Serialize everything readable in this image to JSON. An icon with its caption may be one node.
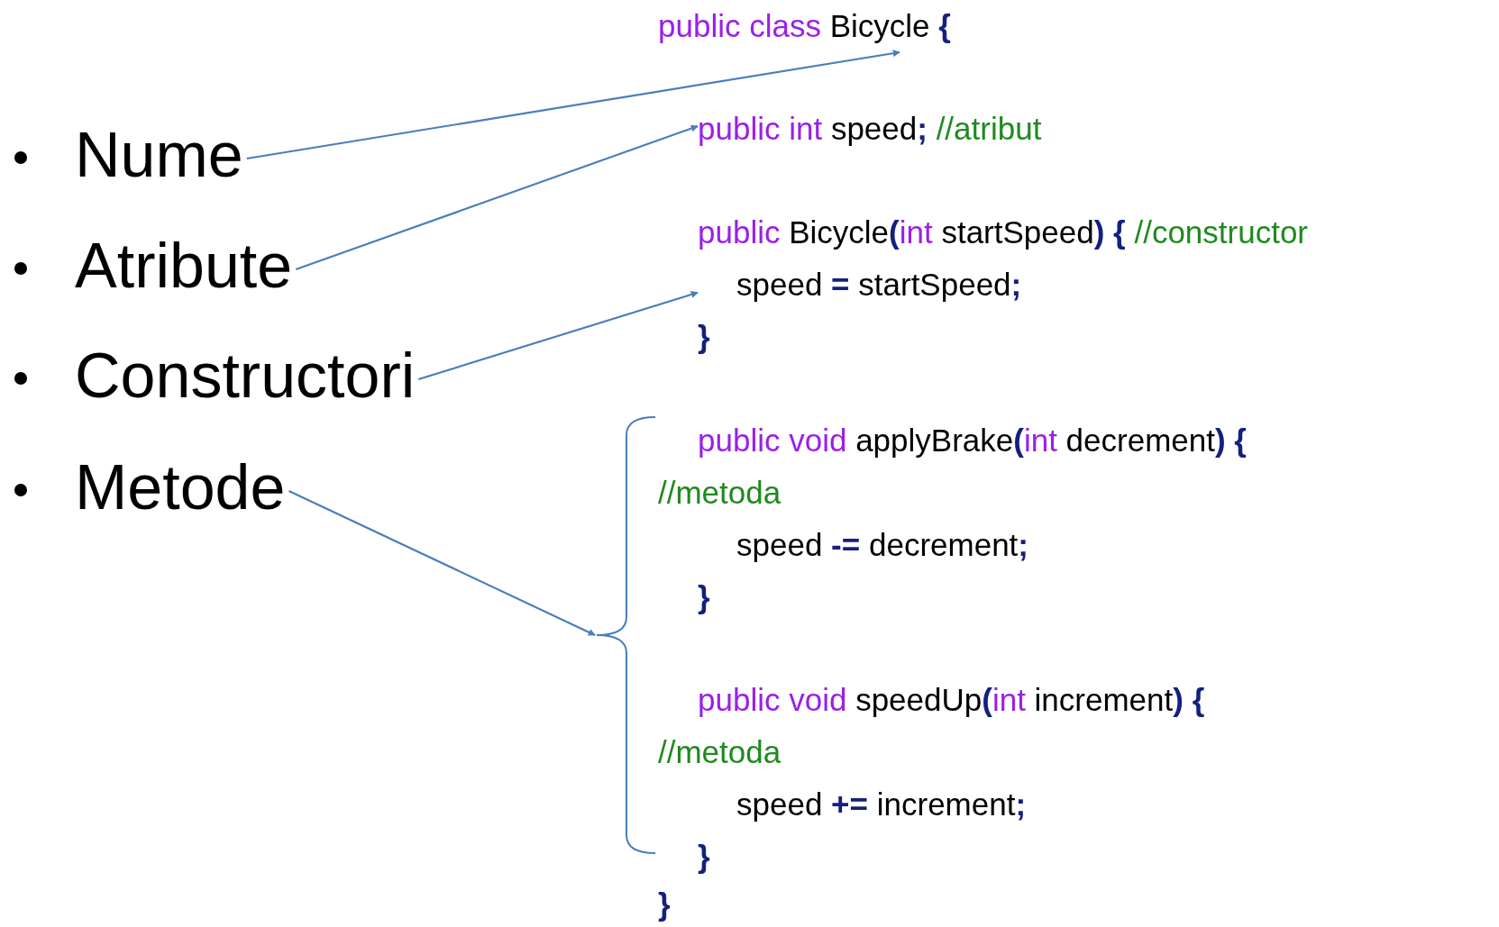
{
  "diagram": {
    "nodes": [
      {
        "text": [
          "Nume"
        ]
      },
      {
        "text": [
          "Atribute"
        ]
      },
      {
        "text": [
          "Constructori"
        ]
      },
      {
        "text": [
          "Metode"
        ]
      },
      {
        "text": [
          "public class",
          "Bicycle",
          "{"
        ]
      },
      {
        "text": [
          "public int",
          "speed",
          ";",
          "//atribut"
        ]
      },
      {
        "text": [
          "public",
          "Bicycle",
          "(",
          "int",
          "startSpeed",
          ")",
          "{",
          "//constructor",
          "speed",
          "=",
          "startSpeed",
          ";",
          "}"
        ]
      },
      {
        "text": [],
        "shape": "brace"
      },
      {
        "text": [
          "public void",
          "applyBrake",
          "(",
          "int",
          "decrement",
          ")",
          "{",
          "//metoda",
          "speed",
          "-=",
          "decrement",
          ";",
          "}"
        ]
      },
      {
        "text": [
          "public void",
          "speedUp",
          "(",
          "int",
          "increment",
          ")",
          "{",
          "//metoda",
          "speed",
          "+=",
          "increment",
          ";",
          "}"
        ]
      }
    ],
    "edges": [
      {
        "from": 0,
        "to": 4,
        "arrow": "to"
      },
      {
        "from": 1,
        "to": 5,
        "arrow": "to"
      },
      {
        "from": 2,
        "to": 6,
        "arrow": "to"
      },
      {
        "from": 3,
        "to": 7,
        "arrow": "to"
      }
    ],
    "labels": [
      "}"
    ]
  }
}
